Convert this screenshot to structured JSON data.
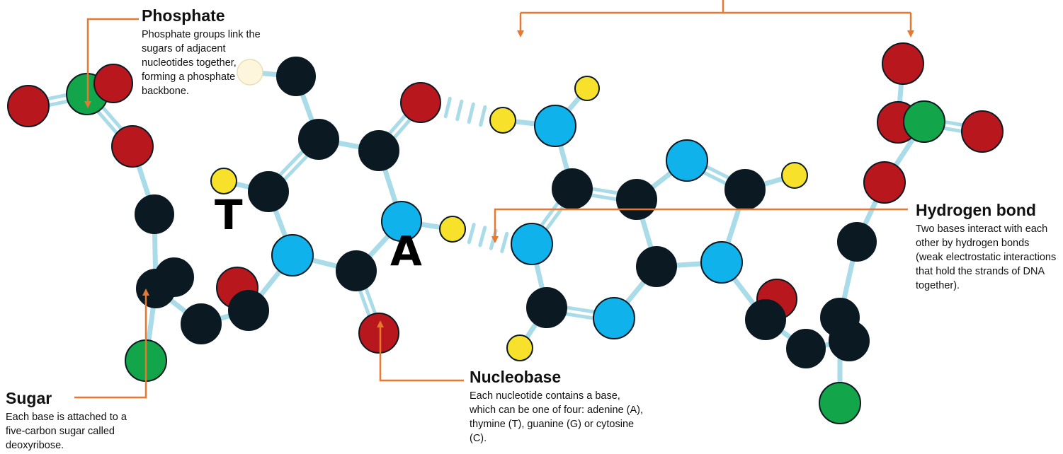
{
  "labels": {
    "phosphate": {
      "title": "Phosphate",
      "text": "Phosphate groups link the sugars of adjacent nucleotides together, forming a phosphate backbone."
    },
    "sugar": {
      "title": "Sugar",
      "text": "Each base is attached to a five-carbon sugar called deoxyribose."
    },
    "nucleobase": {
      "title": "Nucleobase",
      "text": "Each nucleotide contains a base, which can be one of four: adenine (A), thymine (T), guanine (G) or cytosine (C)."
    },
    "hydrogen_bond": {
      "title": "Hydrogen bond",
      "text": "Two bases interact with each other by hydrogen bonds (weak electrostatic interactions that hold the strands of DNA together)."
    }
  },
  "base_letters": {
    "thymine": "T",
    "adenine": "A"
  },
  "colors": {
    "carbon": "#0a1922",
    "nitrogen": "#0fb2ea",
    "oxygen": "#b8171d",
    "phosphorus": "#12a54a",
    "hydrogen": "#f7e12a",
    "bond": "#a9dbe8",
    "arrow": "#e9782f"
  }
}
